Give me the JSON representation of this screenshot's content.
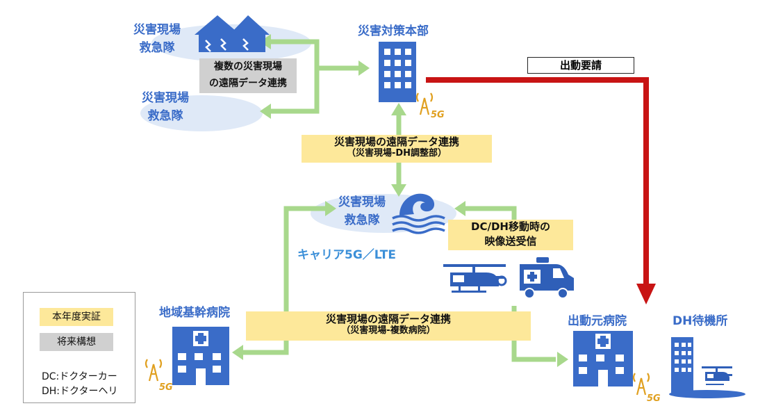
{
  "colors": {
    "blue": "#3a6cc8",
    "green_arrow": "#a8d88c",
    "red_arrow": "#c81414",
    "yellow_box": "#fde89a",
    "gray_box": "#d0d0d0",
    "antenna": "#e0a020"
  },
  "nodes": {
    "team_top": {
      "line1": "災害現場",
      "line2": "救急隊"
    },
    "team_second": {
      "line1": "災害現場",
      "line2": "救急隊"
    },
    "hq": {
      "label": "災害対策本部",
      "five_g": "5G"
    },
    "center_team": {
      "line1": "災害現場",
      "line2": "救急隊",
      "carrier": "キャリア5G／LTE"
    },
    "regional_hospital": {
      "label": "地域基幹病院",
      "five_g": "5G"
    },
    "origin_hospital": {
      "label": "出動元病院",
      "five_g": "5G"
    },
    "dh_standby": {
      "label": "DH待機所"
    }
  },
  "boxes": {
    "multi_site": {
      "line1": "複数の災害現場",
      "line2": "の遠隔データ連携"
    },
    "hq_link": {
      "title": "災害現場の遠隔データ連携",
      "sub": "（災害現場-DH調整部）"
    },
    "hospital_link": {
      "title": "災害現場の遠隔データ連携",
      "sub": "（災害現場-複数病院）"
    },
    "dcdh_video": {
      "line1": "DC/DH移動時の",
      "line2": "映像送受信"
    },
    "dispatch_request": {
      "label": "出動要請"
    }
  },
  "legend": {
    "demo": "本年度実証",
    "future": "将来構想",
    "dc_def": "DC:ドクターカー",
    "dh_def": "DH:ドクターヘリ"
  },
  "icons": [
    "house-icon",
    "building-icon",
    "hospital-icon",
    "antenna-icon",
    "wave-icon",
    "helicopter-icon",
    "ambulance-icon"
  ]
}
